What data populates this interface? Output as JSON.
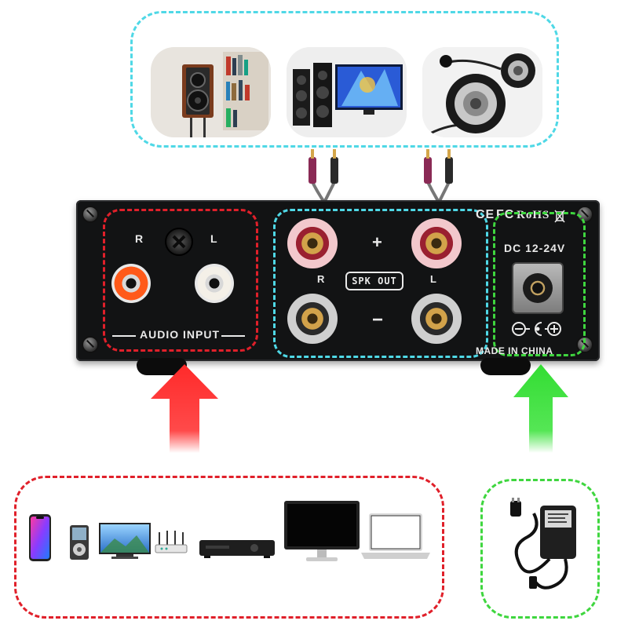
{
  "amp": {
    "audio_input_label": "AUDIO INPUT",
    "channel_r": "R",
    "channel_l": "L",
    "spk_out_label": "SPK OUT",
    "spk_r": "R",
    "spk_l": "L",
    "plus": "+",
    "minus": "−",
    "ce_label": "CE",
    "fcc_label": "FC",
    "rohs_label": "RoHS",
    "dc_label": "DC 12-24V",
    "made_in": "MADE IN CHINA"
  },
  "colors": {
    "cyan_frame": "#4fd8e6",
    "red_frame": "#e0202a",
    "green_frame": "#3fd63f",
    "panel": "#121314",
    "arrow_red": "#ff2a2a",
    "arrow_green": "#33dd33"
  },
  "icons": {
    "speakers": [
      "bookshelf-speaker-icon",
      "tower-speaker-tv-icon",
      "satellite-speaker-icon"
    ],
    "sources": [
      "smartphone-icon",
      "mp3-player-icon",
      "tv-icon",
      "router-icon",
      "dvd-player-icon",
      "monitor-icon",
      "laptop-icon"
    ],
    "power": "power-adapter-icon"
  }
}
